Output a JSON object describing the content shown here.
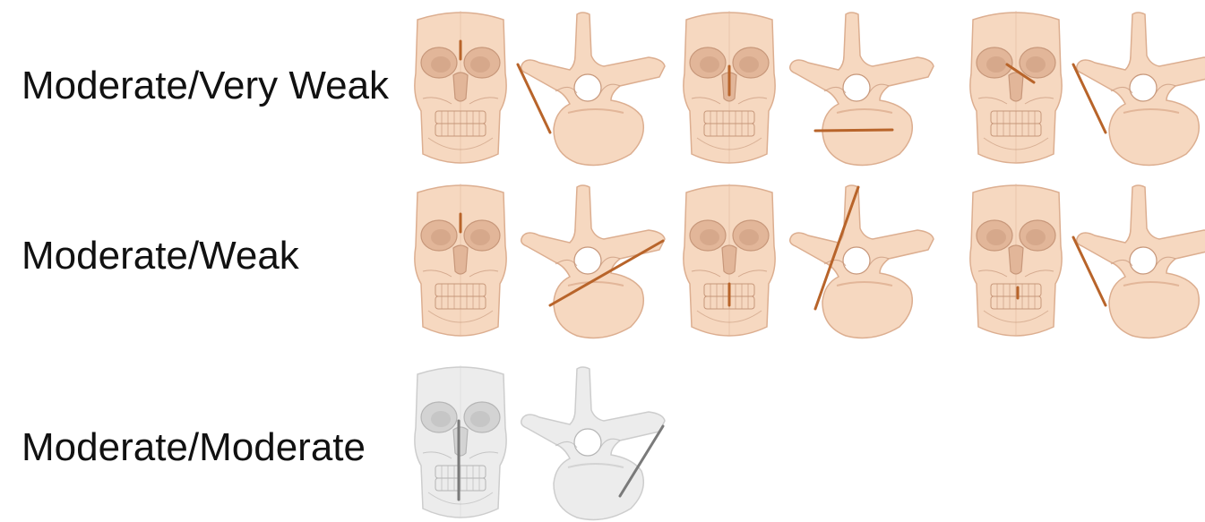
{
  "colors": {
    "bone_fill": "#f6d8c0",
    "bone_shade": "#e2b699",
    "bone_dark": "#c7977a",
    "bone_stroke": "#dcae90",
    "line_active": "#b8642a",
    "gray_fill": "#ececec",
    "gray_shade": "#d3d3d3",
    "gray_dark": "#b5b5b5",
    "gray_stroke": "#cdcdcd",
    "line_gray": "#7a7a7a",
    "label_text": "#111111"
  },
  "rows": [
    {
      "label": "Moderate/Very Weak",
      "theme": "bone",
      "pairs": [
        {
          "skull_line": "vertical-forehead",
          "vertebra_line": "left-steep"
        },
        {
          "skull_line": "vertical-center",
          "vertebra_line": "horizontal-bottom"
        },
        {
          "skull_line": "diagonal-right-eye",
          "vertebra_line": "left-steep"
        }
      ]
    },
    {
      "label": "Moderate/Weak",
      "theme": "bone",
      "pairs": [
        {
          "skull_line": "vertical-forehead",
          "vertebra_line": "diagonal-long-right"
        },
        {
          "skull_line": "vertical-mouth",
          "vertebra_line": "diagonal-steep-up"
        },
        {
          "skull_line": "vertical-mouth-short",
          "vertebra_line": "left-steep"
        }
      ]
    },
    {
      "label": "Moderate/Moderate",
      "theme": "gray",
      "pairs": [
        {
          "skull_line": "vertical-long",
          "vertebra_line": "right-diagonal"
        }
      ]
    }
  ]
}
